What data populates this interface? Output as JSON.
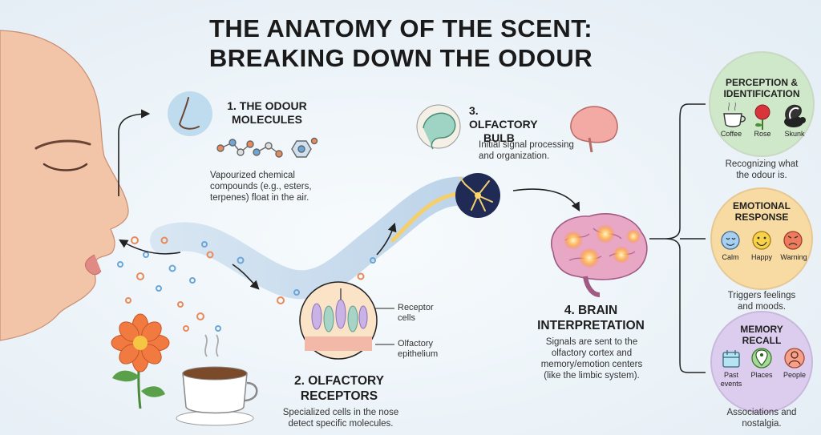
{
  "title": {
    "line1": "THE ANATOMY OF THE SCENT:",
    "line2": "BREAKING DOWN THE ODOUR"
  },
  "molecules": {
    "heading": [
      "1. THE ODOUR",
      "MOLECULES"
    ],
    "description": [
      "Vapourized chemical",
      "compounds (e.g., esters,",
      "terpenes) float in the air."
    ]
  },
  "receptors": {
    "heading": [
      "2. OLFACTORY",
      "RECEPTORS"
    ],
    "description": [
      "Specialized cells in the nose",
      "detect specific molecules."
    ],
    "labels": {
      "receptor_cells": [
        "Receptor",
        "cells"
      ],
      "epithelium": [
        "Olfactory",
        "epithelium"
      ]
    }
  },
  "bulb": {
    "heading": [
      "3. OLFACTORY",
      "BULB"
    ],
    "description": [
      "Initial signal processing",
      "and organization."
    ]
  },
  "brain": {
    "heading": [
      "4. BRAIN",
      "INTERPRETATION"
    ],
    "description": [
      "Signals are sent to the",
      "olfactory cortex and",
      "memory/emotion centers",
      "(like the limbic system)."
    ]
  },
  "perception": {
    "heading": [
      "PERCEPTION &",
      "IDENTIFICATION"
    ],
    "items": [
      "Coffee",
      "Rose",
      "Skunk"
    ],
    "caption": [
      "Recognizing what",
      "the odour is."
    ],
    "color": "#cfe8c9"
  },
  "emotion": {
    "heading": [
      "EMOTIONAL",
      "RESPONSE"
    ],
    "items": [
      "Calm",
      "Happy",
      "Warning"
    ],
    "caption": [
      "Triggers feelings",
      "and moods."
    ],
    "color": "#f8dba3"
  },
  "memory": {
    "heading": [
      "MEMORY",
      "RECALL"
    ],
    "items": [
      "Past",
      "events",
      "Places",
      "People"
    ],
    "caption": [
      "Associations and",
      "nostalgia."
    ],
    "color": "#dccdee"
  }
}
